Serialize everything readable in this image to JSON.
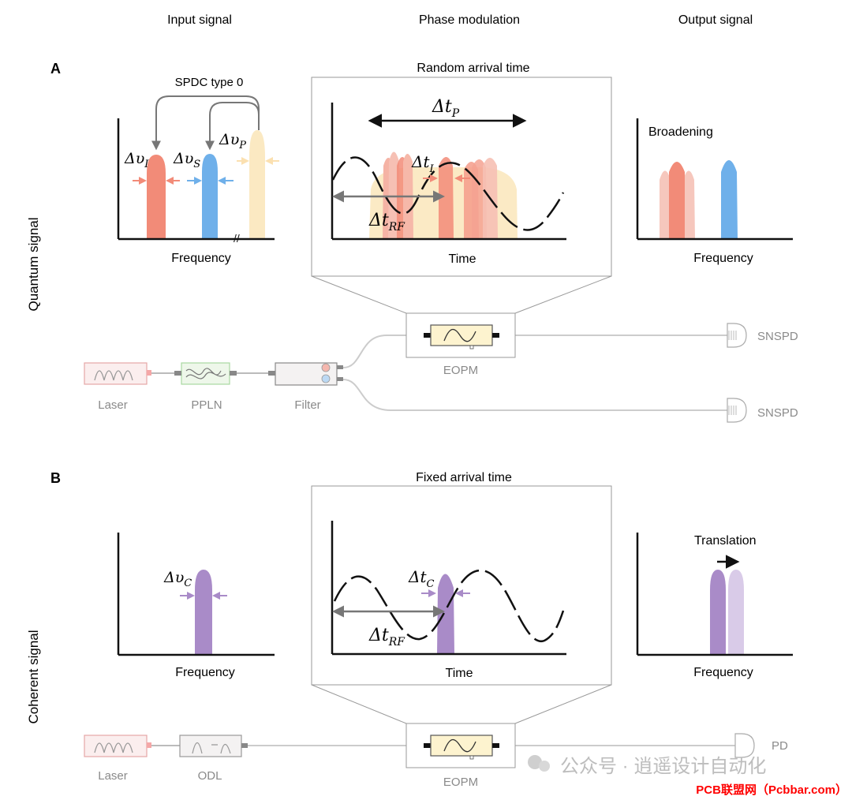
{
  "columns": {
    "input": "Input signal",
    "phase": "Phase modulation",
    "output": "Output signal"
  },
  "panels": {
    "a": {
      "letter": "A",
      "row_label": "Quantum signal",
      "spdc_title": "SPDC type 0",
      "input_labels": {
        "idler": "Δυ",
        "idler_sub": "I",
        "signal": "Δυ",
        "signal_sub": "S",
        "pump": "Δυ",
        "pump_sub": "P"
      },
      "input_xlabel": "Frequency",
      "phase_title": "Random arrival time",
      "phase_labels": {
        "dtp": "Δt",
        "dtp_sub": "P",
        "dti": "Δt",
        "dti_sub": "I",
        "dtrf": "Δt",
        "dtrf_sub": "RF"
      },
      "phase_xlabel": "Time",
      "output_label": "Broadening",
      "output_xlabel": "Frequency",
      "setup": {
        "laser": "Laser",
        "ppln": "PPLN",
        "filter": "Filter",
        "eopm": "EOPM",
        "det1": "SNSPD",
        "det2": "SNSPD"
      }
    },
    "b": {
      "letter": "B",
      "row_label": "Coherent signal",
      "input_labels": {
        "coh": "Δυ",
        "coh_sub": "C"
      },
      "input_xlabel": "Frequency",
      "phase_title": "Fixed arrival time",
      "phase_labels": {
        "dtc": "Δt",
        "dtc_sub": "C",
        "dtrf": "Δt",
        "dtrf_sub": "RF"
      },
      "phase_xlabel": "Time",
      "output_label": "Translation",
      "output_xlabel": "Frequency",
      "setup": {
        "laser": "Laser",
        "odl": "ODL",
        "eopm": "EOPM",
        "det": "PD"
      }
    }
  },
  "watermark": {
    "text": "公众号 · 逍遥设计自动化",
    "source": "PCB联盟网（Pcbbar.com）"
  },
  "colors": {
    "idler": "#f28b78",
    "signal": "#6fb0ea",
    "pump": "#fbe6b8",
    "coherent": "#a98bc8",
    "coherent_light": "#d9cbe8",
    "source_red": "#ff0000"
  }
}
